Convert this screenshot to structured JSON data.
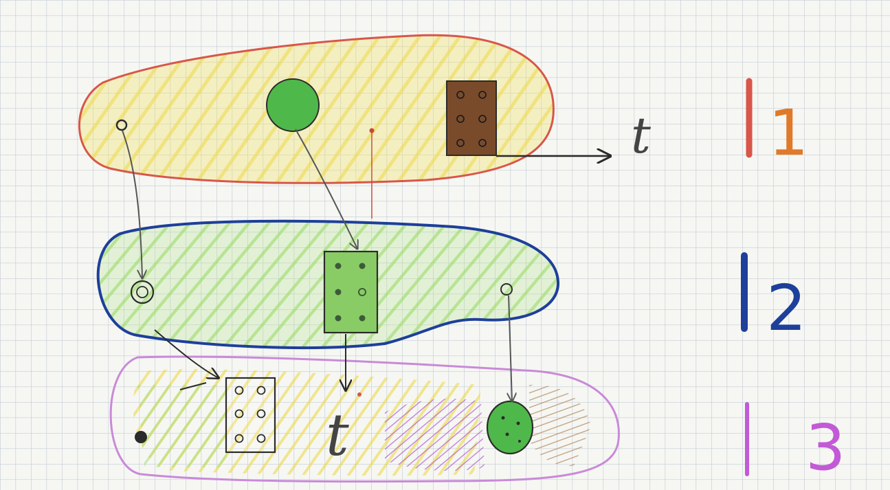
{
  "labels": {
    "row1_time": "t",
    "row3_time": "t",
    "row1_number": "1",
    "row2_number": "2",
    "row3_number": "3"
  },
  "colors": {
    "paper": "#f6f7f3",
    "grid": "#c5ccd6",
    "row1_outline": "#d8564a",
    "row1_fill": "#f1e060",
    "row2_outline": "#1e3f9a",
    "row2_fill": "#a8e07a",
    "row3_outline": "#c98ad8",
    "row3_fill_purple": "#b25ad6",
    "row3_fill_brown": "#b48a63",
    "green_circle": "#4fb84a",
    "brown_block": "#7a4b2b",
    "green_block": "#89cc66",
    "ink": "#2b2b2b",
    "orange_mark": "#e07a2a"
  },
  "shapes": [
    {
      "row": 1,
      "items": [
        "small-circle-icon",
        "green-circle-icon",
        "brown-dotted-block-icon"
      ]
    },
    {
      "row": 2,
      "items": [
        "ring-icon",
        "green-dotted-block-icon",
        "small-circle-icon"
      ]
    },
    {
      "row": 3,
      "items": [
        "dark-dot-icon",
        "dotted-block-icon",
        "green-circle-icon"
      ]
    }
  ]
}
